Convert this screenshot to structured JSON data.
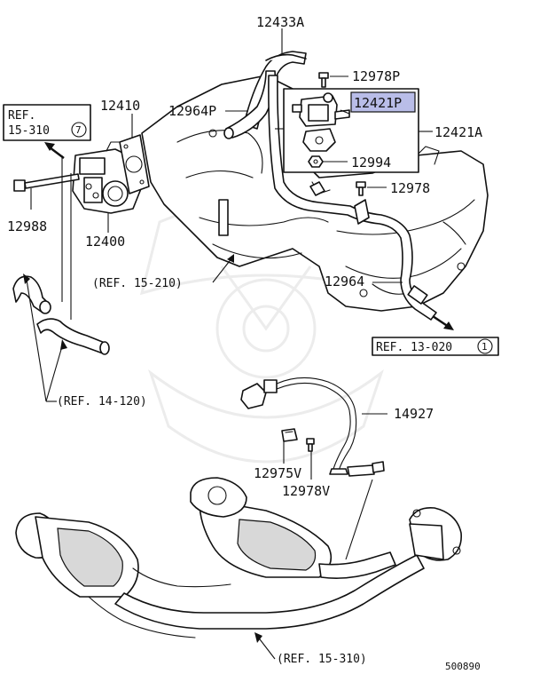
{
  "parts": {
    "p12433A": "12433A",
    "p12978P": "12978P",
    "p12421P": "12421P",
    "p12421A": "12421A",
    "p12964P": "12964P",
    "p12410": "12410",
    "p12994": "12994",
    "p12978": "12978",
    "p12988": "12988",
    "p12400": "12400",
    "p12964": "12964",
    "p14927": "14927",
    "p12975V": "12975V",
    "p12978V": "12978V"
  },
  "refs": {
    "ref_15_310_top_line1": "REF.",
    "ref_15_310_top_line2": "15-310",
    "ref_15_310_top_num": "7",
    "ref_15_210": "(REF. 15-210)",
    "ref_13_020": "REF. 13-020",
    "ref_13_020_num": "1",
    "ref_14_120": "(REF. 14-120)",
    "ref_15_310_bottom": "(REF. 15-310)"
  },
  "diagram_id": "500890",
  "colors": {
    "highlight": "#b9bde8",
    "line": "#111111"
  }
}
